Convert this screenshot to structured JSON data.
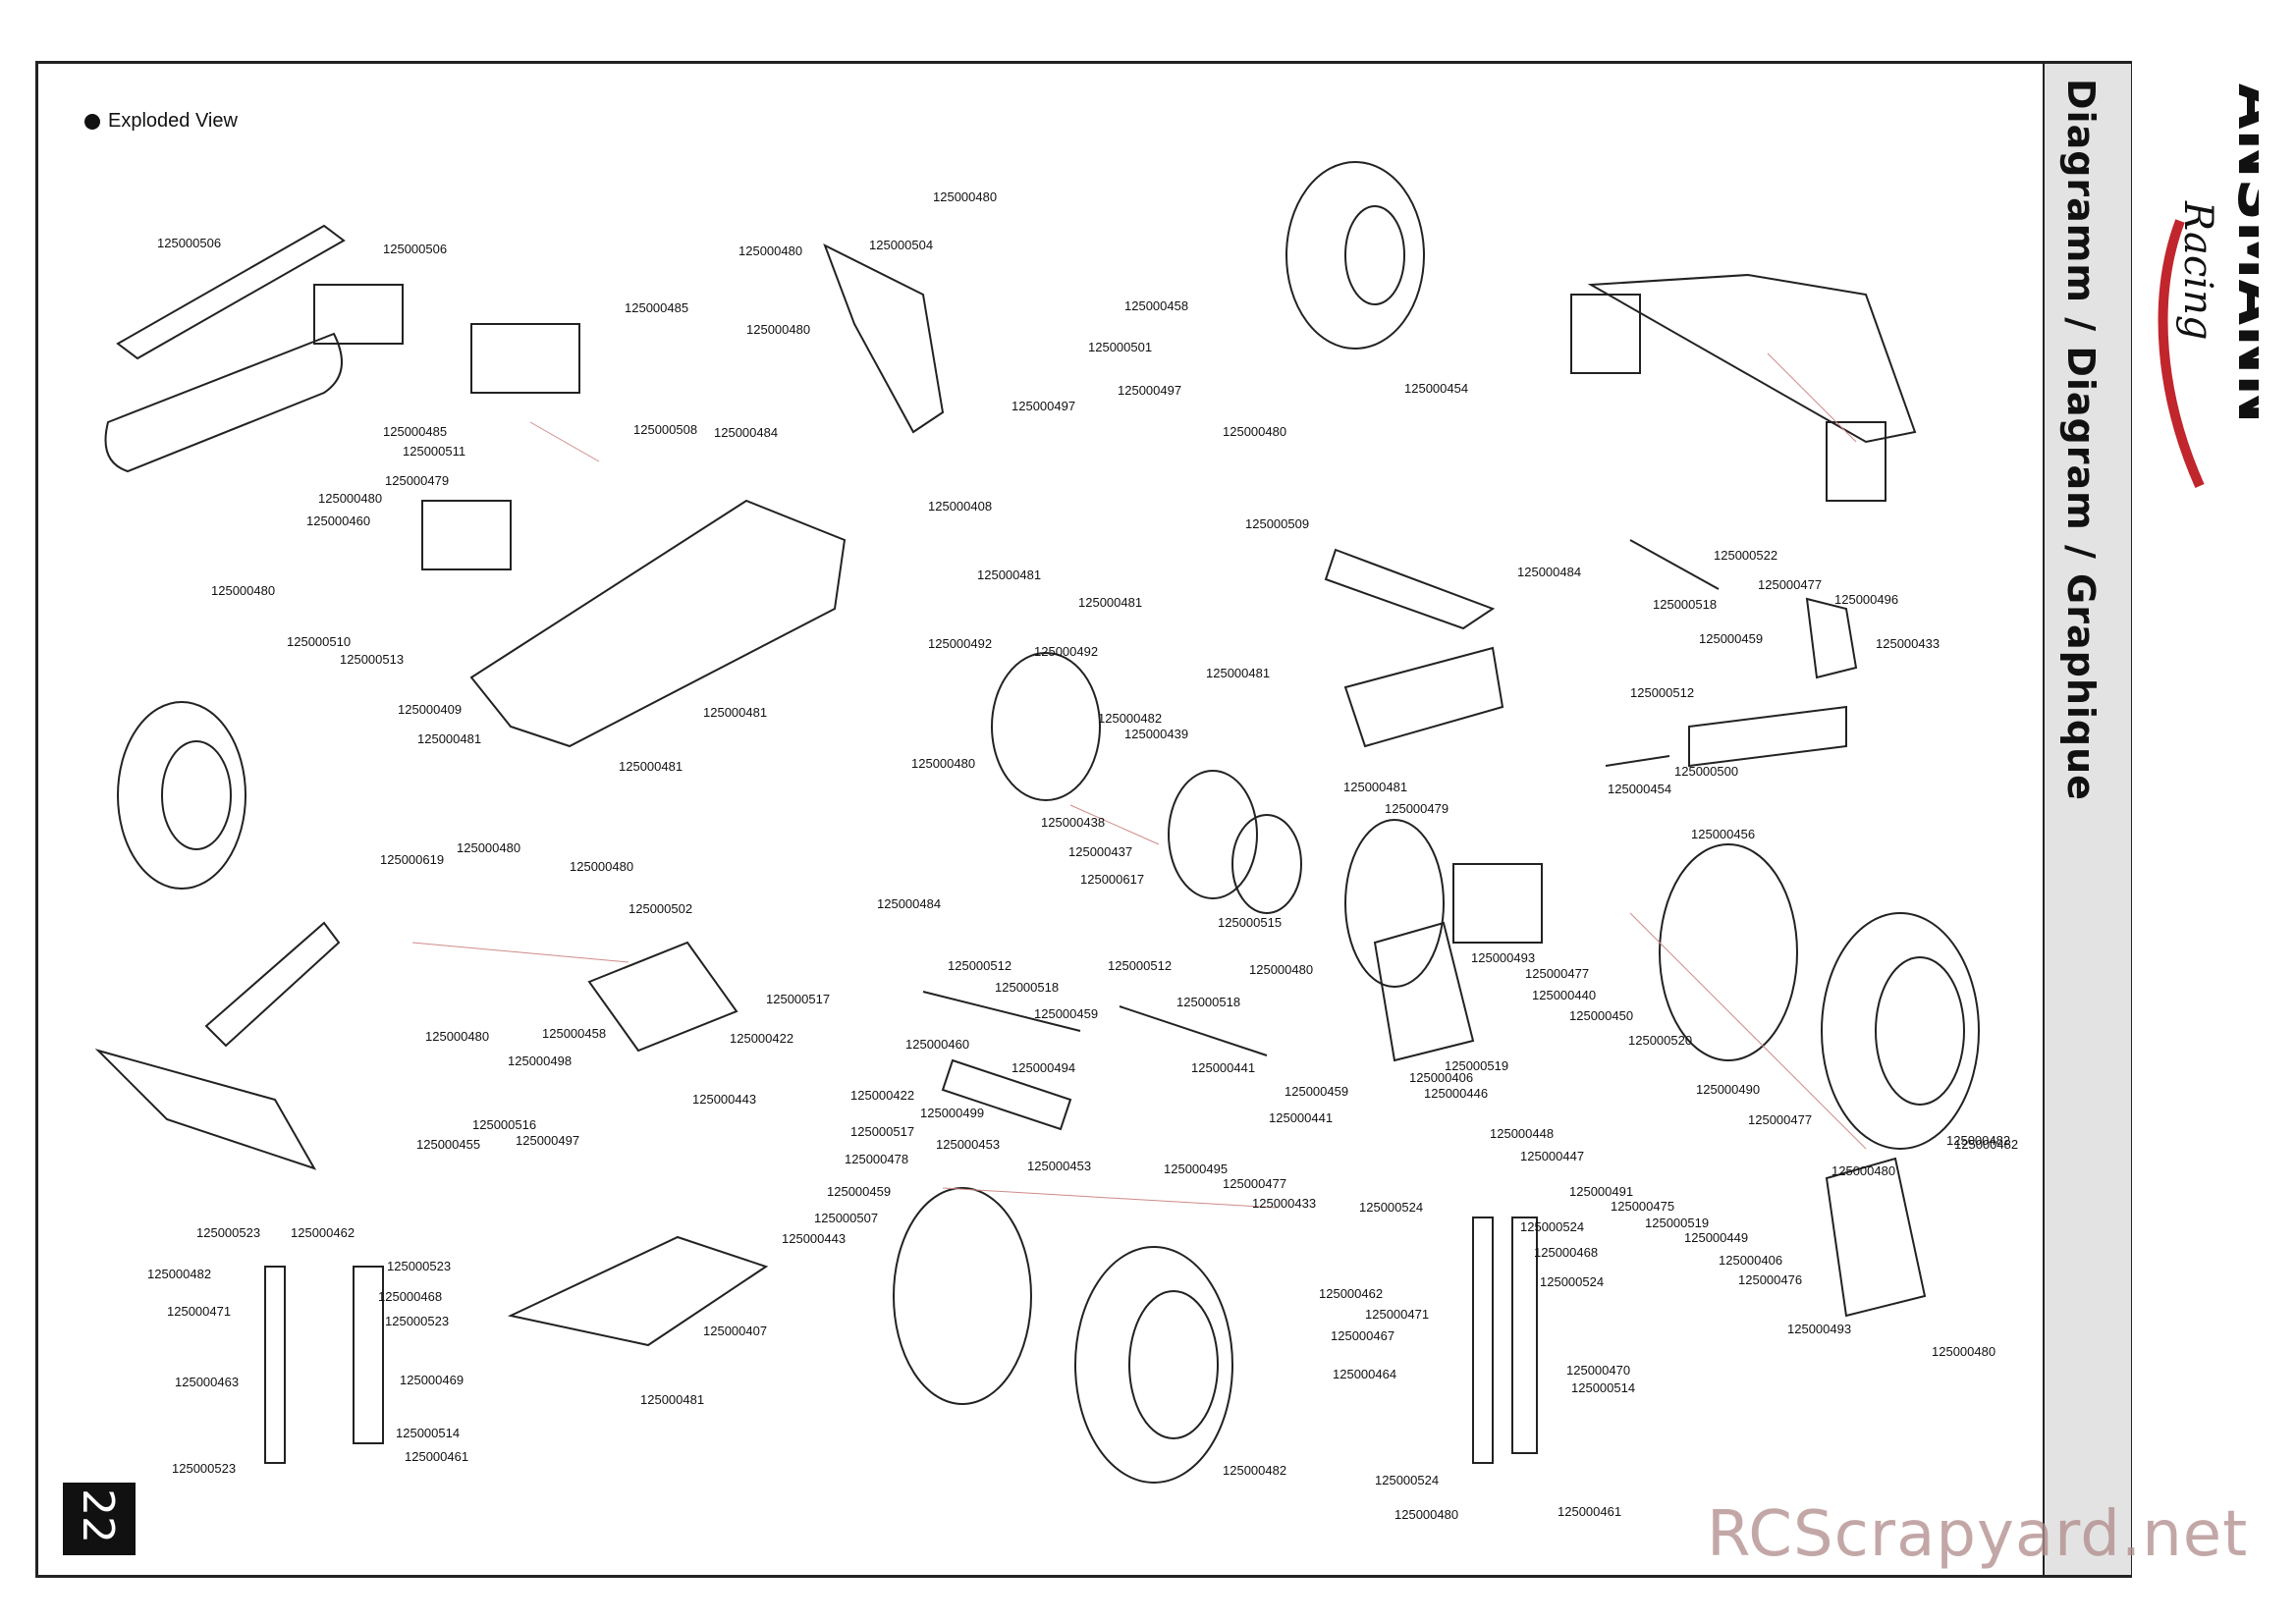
{
  "section_title": "Exploded View",
  "sidebar_title": "Diagramm / Diagram / Graphique",
  "brand": "ANSMANN RACING",
  "page_number": "22",
  "watermark": "RCScrapyard.net",
  "part_labels": [
    "125000506",
    "125000506",
    "125000485",
    "125000485",
    "125000511",
    "125000508",
    "125000484",
    "125000479",
    "125000480",
    "125000460",
    "125000480",
    "125000510",
    "125000513",
    "125000409",
    "125000481",
    "125000481",
    "125000481",
    "125000480",
    "125000504",
    "125000480",
    "125000480",
    "125000458",
    "125000501",
    "125000497",
    "125000497",
    "125000408",
    "125000481",
    "125000481",
    "125000480",
    "125000509",
    "125000481",
    "125000492",
    "125000492",
    "125000480",
    "125000482",
    "125000439",
    "125000438",
    "125000437",
    "125000617",
    "125000484",
    "125000454",
    "125000522",
    "125000518",
    "125000477",
    "125000496",
    "125000459",
    "125000433",
    "125000512",
    "125000454",
    "125000500",
    "125000456",
    "125000481",
    "125000479",
    "125000515",
    "125000480",
    "125000493",
    "125000477",
    "125000440",
    "125000450",
    "125000520",
    "125000519",
    "125000406",
    "125000446",
    "125000490",
    "125000477",
    "125000448",
    "125000447",
    "125000491",
    "125000475",
    "125000519",
    "125000449",
    "125000406",
    "125000476",
    "125000480",
    "125000493",
    "125000480",
    "125000482",
    "125000619",
    "125000480",
    "125000480",
    "125000502",
    "125000484",
    "125000480",
    "125000458",
    "125000498",
    "125000517",
    "125000422",
    "125000460",
    "125000443",
    "125000422",
    "125000517",
    "125000478",
    "125000459",
    "125000507",
    "125000443",
    "125000512",
    "125000518",
    "125000512",
    "125000518",
    "125000459",
    "125000494",
    "125000441",
    "125000499",
    "125000453",
    "125000453",
    "125000459",
    "125000441",
    "125000495",
    "125000477",
    "125000433",
    "125000455",
    "125000516",
    "125000497",
    "125000407",
    "125000481",
    "125000523",
    "125000462",
    "125000482",
    "125000523",
    "125000471",
    "125000468",
    "125000523",
    "125000463",
    "125000469",
    "125000514",
    "125000523",
    "125000461",
    "125000482",
    "125000524",
    "125000524",
    "125000468",
    "125000462",
    "125000471",
    "125000524",
    "125000467",
    "125000464",
    "125000470",
    "125000514",
    "125000524",
    "125000480",
    "125000461",
    "125000482"
  ]
}
